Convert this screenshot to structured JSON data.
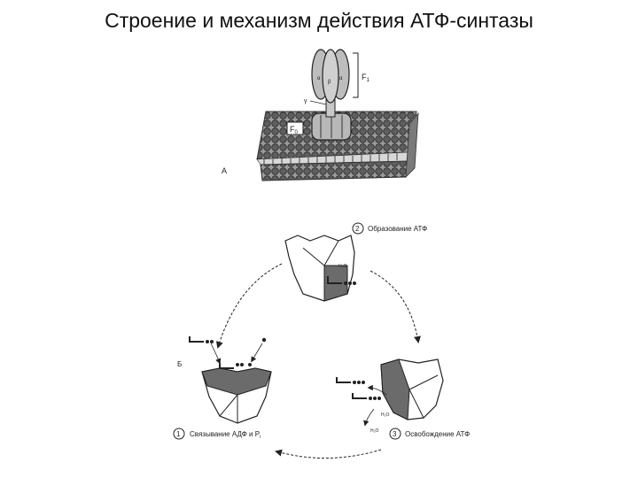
{
  "title": "Строение и механизм действия АТФ-синтазы",
  "panel_a": {
    "label": "А",
    "f1_label": "F",
    "f1_sub": "1",
    "f0_label": "F",
    "f0_sub": "0",
    "alpha": "α",
    "beta": "β",
    "gamma": "γ"
  },
  "panel_b": {
    "label": "Б",
    "steps": [
      {
        "num": "1",
        "text": "Связывание АДФ и Р",
        "sub": "i"
      },
      {
        "num": "2",
        "text": "Образование АТФ",
        "sub": ""
      },
      {
        "num": "3",
        "text": "Освобождение АТФ",
        "sub": ""
      }
    ],
    "water": "H₂O"
  }
}
